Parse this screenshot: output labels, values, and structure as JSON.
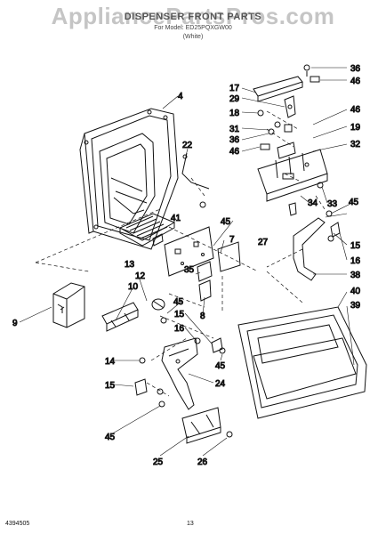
{
  "watermark": "AppliancePartsPros.com",
  "header": {
    "title": "DISPENSER FRONT PARTS",
    "model": "For Model: ED25PQXGW00",
    "variant": "(White)"
  },
  "footer": {
    "doc_number": "4394505",
    "page_number": "13"
  },
  "callouts": [
    "36",
    "46",
    "17",
    "29",
    "4",
    "18",
    "46",
    "31",
    "19",
    "36",
    "32",
    "22",
    "46",
    "33",
    "45",
    "34",
    "41",
    "45",
    "7",
    "27",
    "15",
    "16",
    "38",
    "13",
    "35",
    "40",
    "12",
    "39",
    "10",
    "45",
    "8",
    "9",
    "15",
    "16",
    "14",
    "45",
    "24",
    "15",
    "45",
    "25",
    "26"
  ]
}
